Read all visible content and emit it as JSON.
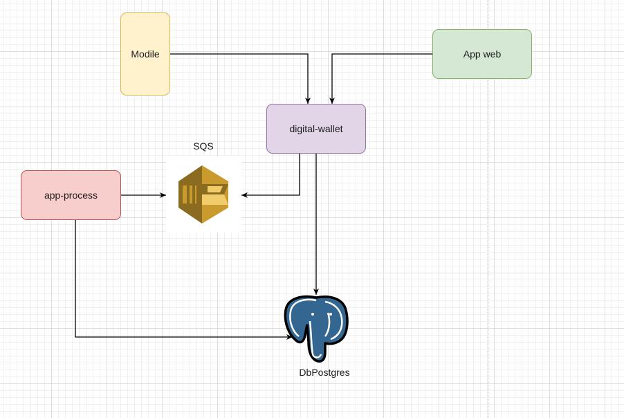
{
  "nodes": {
    "mobile": {
      "label": "Modile",
      "fill": "#fff2cc",
      "stroke": "#d6b656"
    },
    "app_web": {
      "label": "App web",
      "fill": "#d5e8d4",
      "stroke": "#82b366"
    },
    "digital_wallet": {
      "label": "digital-wallet",
      "fill": "#e1d5e7",
      "stroke": "#9673a6"
    },
    "app_process": {
      "label": "app-process",
      "fill": "#f8cecc",
      "stroke": "#b85450"
    },
    "sqs": {
      "label": "SQS",
      "icon": "amazon-sqs-icon"
    },
    "db": {
      "label": "DbPostgres",
      "icon": "postgresql-elephant-icon"
    }
  },
  "edges": [
    {
      "from": "Modile",
      "to": "digital-wallet"
    },
    {
      "from": "App web",
      "to": "digital-wallet"
    },
    {
      "from": "digital-wallet",
      "to": "SQS"
    },
    {
      "from": "app-process",
      "to": "SQS"
    },
    {
      "from": "digital-wallet",
      "to": "DbPostgres"
    },
    {
      "from": "app-process",
      "to": "DbPostgres"
    }
  ],
  "colors": {
    "edge": "#000000",
    "sqs_dark": "#8a6b1f",
    "sqs_mid": "#c99a2e",
    "sqs_light": "#f2cc6b",
    "pg_blue": "#336791"
  }
}
